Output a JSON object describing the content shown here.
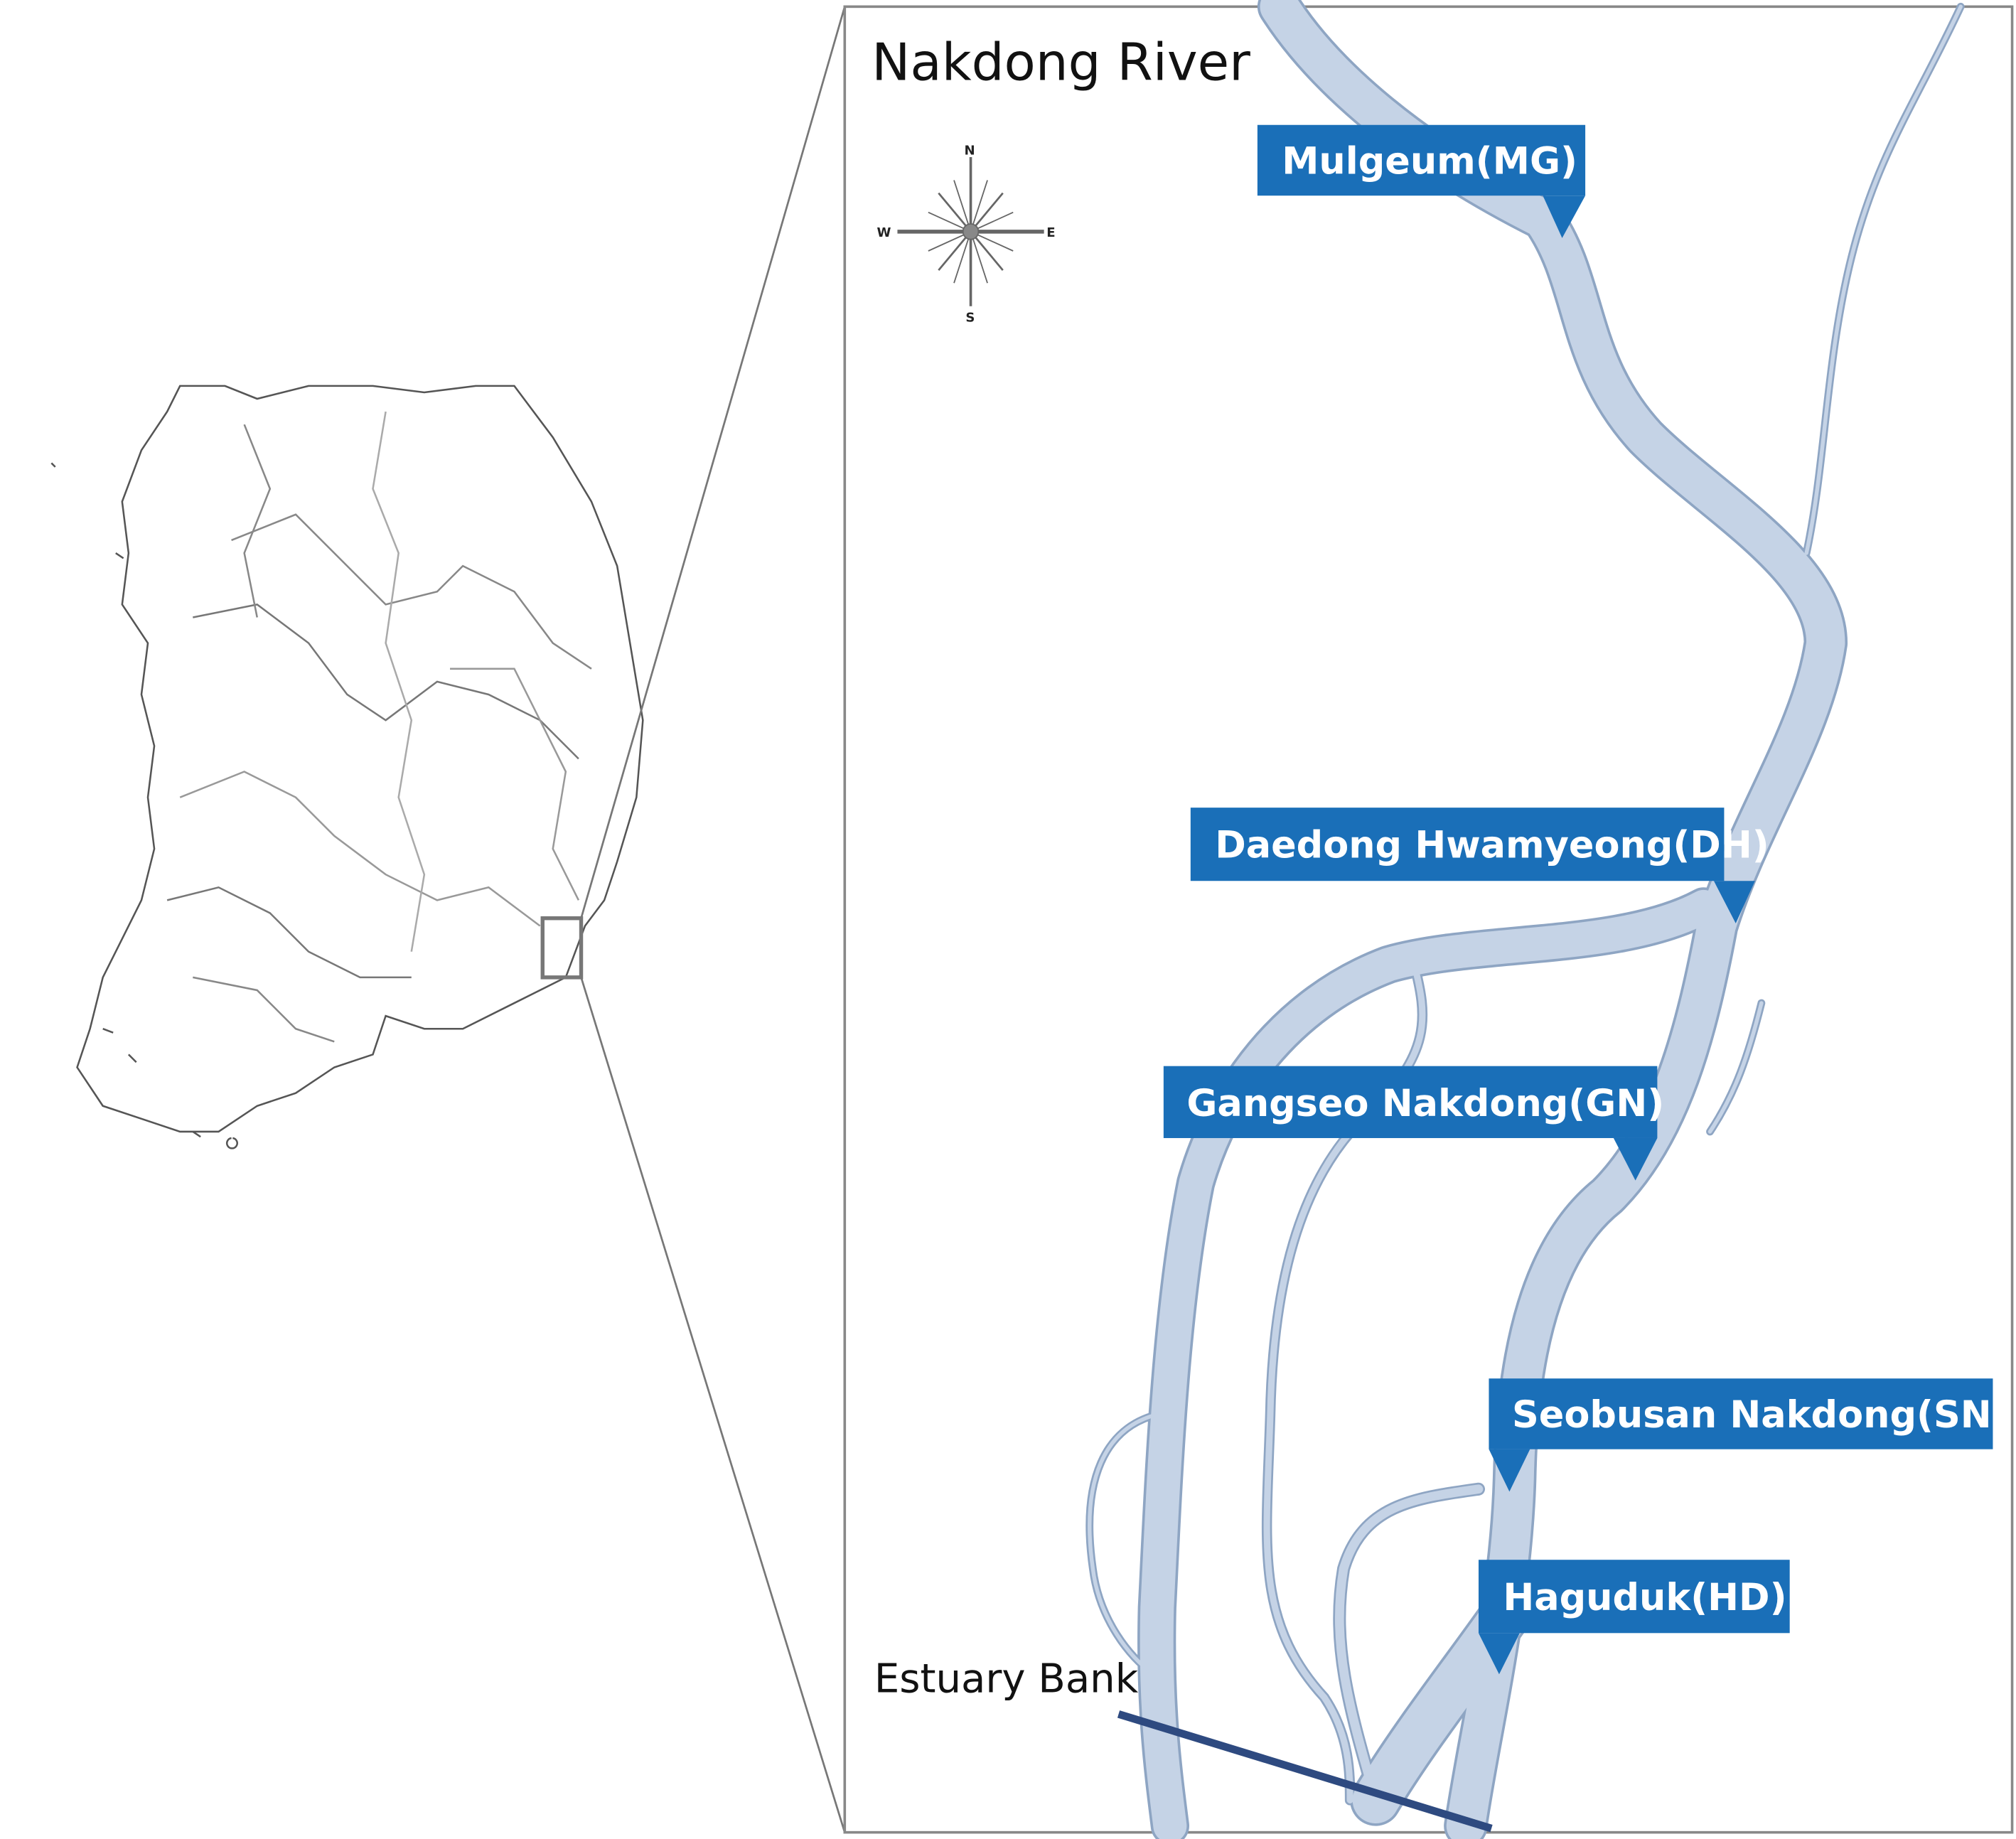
{
  "title": "Nakdong River",
  "compass": {
    "n": "N",
    "s": "S",
    "e": "E",
    "w": "W"
  },
  "estuary_label": "Estuary Bank",
  "stations": [
    {
      "name": "Mulgeum(MG)"
    },
    {
      "name": "Daedong Hwamyeong(DH)"
    },
    {
      "name": "Gangseo Nakdong(GN)"
    },
    {
      "name": "Seobusan Nakdong(SN)"
    },
    {
      "name": "Haguduk(HD)"
    }
  ],
  "colors": {
    "label_bg": "#1a6fb8",
    "river_fill": "#c5d3e6",
    "river_edge": "#8ea5c3",
    "bank": "#2e4a80"
  }
}
